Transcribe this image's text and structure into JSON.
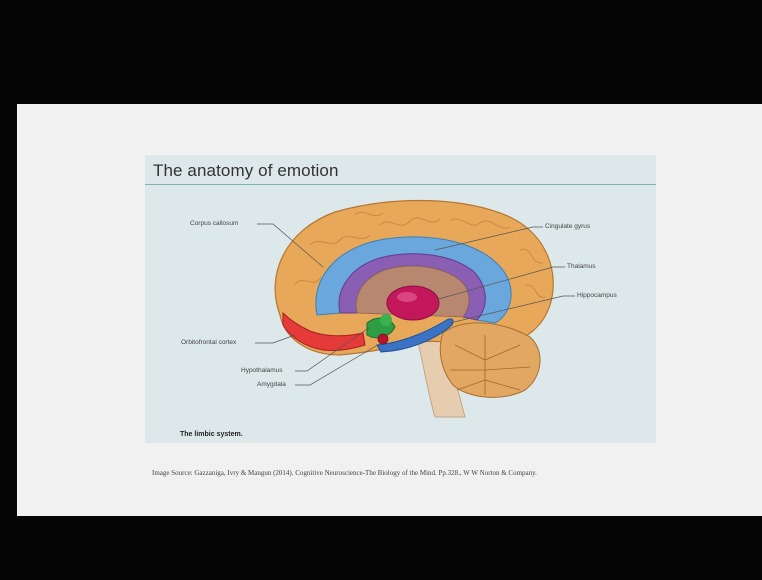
{
  "slide": {
    "figure": {
      "title": "The anatomy of emotion",
      "caption": "The limbic system.",
      "labels": {
        "corpus_callosum": "Corpus callosum",
        "cingulate_gyrus": "Cingulate gyrus",
        "thalamus": "Thalamus",
        "hippocampus": "Hippocampus",
        "orbitofrontal_cortex": "Orbitofrontal cortex",
        "hypothalamus": "Hypothalamus",
        "amygdala": "Amygdala"
      }
    },
    "source": "Image Source: Gazzaniga, Ivry & Mangun (2014). Cognitive Neuroscience-The Biology of the Mind. Pp.328., W W Norton & Company."
  }
}
